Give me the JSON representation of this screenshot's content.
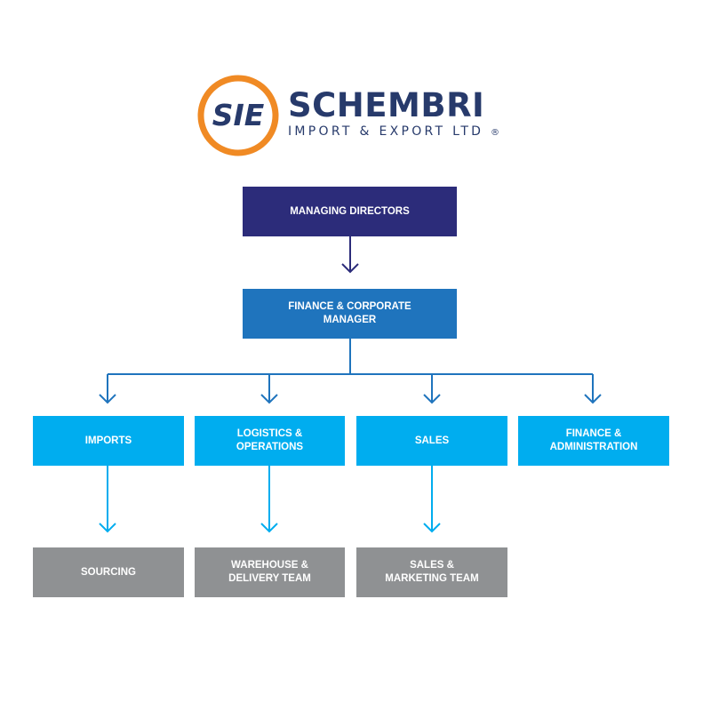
{
  "logo": {
    "mark_text": "SIE",
    "name": "SCHEMBRI",
    "subtitle": "IMPORT & EXPORT LTD",
    "registered": "®"
  },
  "colors": {
    "brand_navy": "#273a6b",
    "brand_orange": "#f08a24",
    "top_box": "#2c2c7a",
    "manager_box": "#1f74bd",
    "department_box": "#00adef",
    "team_box": "#8f9193"
  },
  "org_chart": {
    "top": "MANAGING DIRECTORS",
    "manager": "FINANCE & CORPORATE\nMANAGER",
    "departments": [
      "IMPORTS",
      "LOGISTICS &\nOPERATIONS",
      "SALES",
      "FINANCE &\nADMINISTRATION"
    ],
    "teams": [
      "SOURCING",
      "WAREHOUSE &\nDELIVERY TEAM",
      "SALES &\nMARKETING TEAM"
    ]
  }
}
